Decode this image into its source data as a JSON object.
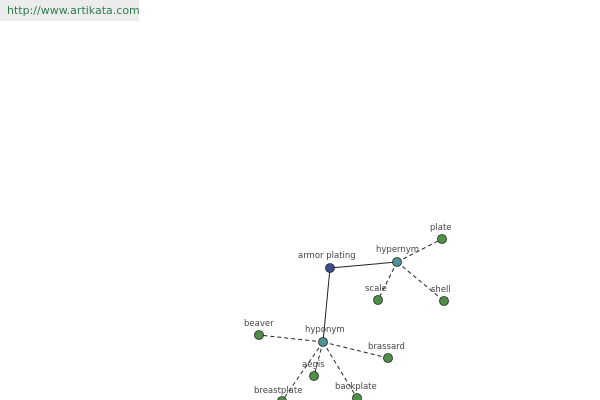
{
  "site": {
    "url_text": "http://www.artikata.com"
  },
  "colors": {
    "root_node": "#3c4b8f",
    "relation_node": "#4e9296",
    "leaf_node": "#4f8f47",
    "edge": "#222222"
  },
  "graph": {
    "root": {
      "id": "armor",
      "label": "armor plating"
    },
    "relations": [
      {
        "id": "hypernym",
        "label": "hypernym"
      },
      {
        "id": "hyponym",
        "label": "hyponym"
      }
    ],
    "leaves": [
      {
        "id": "plate",
        "label": "plate",
        "relation": "hypernym"
      },
      {
        "id": "scale",
        "label": "scale",
        "relation": "hypernym"
      },
      {
        "id": "shell",
        "label": "shell",
        "relation": "hypernym"
      },
      {
        "id": "beaver",
        "label": "beaver",
        "relation": "hyponym"
      },
      {
        "id": "brassard",
        "label": "brassard",
        "relation": "hyponym"
      },
      {
        "id": "aegis",
        "label": "aegis",
        "relation": "hyponym"
      },
      {
        "id": "breastplate",
        "label": "breastplate",
        "relation": "hyponym"
      },
      {
        "id": "backplate",
        "label": "backplate",
        "relation": "hyponym"
      }
    ]
  }
}
